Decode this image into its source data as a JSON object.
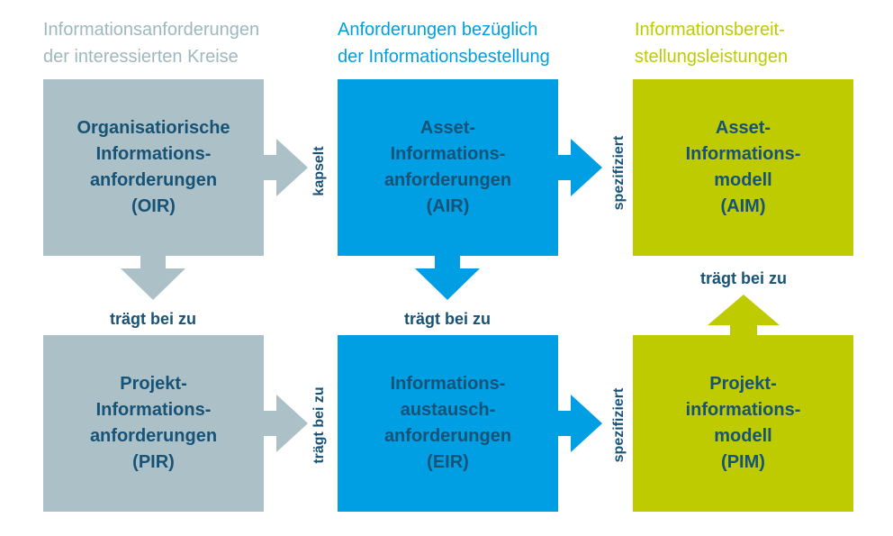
{
  "palette": {
    "gray": "#acc1c7",
    "blue": "#009fe3",
    "green": "#bdcb00",
    "dark": "#175277",
    "header_gray": "#9eb8c0"
  },
  "headers": {
    "stakeholders": "Informationsanforderungen\nder interessierten Kreise",
    "ordering": "Anforderungen bezüglich\nder Informationsbestellung",
    "delivery": "Informationsbereit-\nstellungsleistungen"
  },
  "boxes": {
    "oir": "Organisatiorische\nInformations-\nanforderungen\n(OIR)",
    "air": "Asset-\nInformations-\nanforderungen\n(AIR)",
    "aim": "Asset-\nInformations-\nmodell\n(AIM)",
    "pir": "Projekt-\nInformations-\nanforderungen\n(PIR)",
    "eir": "Informations-\naustausch-\nanforderungen\n(EIR)",
    "pim": "Projekt-\ninformations-\nmodell\n(PIM)"
  },
  "arrow_labels": {
    "oir_to_air": "kapselt",
    "air_to_aim": "spezifiziert",
    "pir_to_eir": "trägt bei zu",
    "eir_to_pim": "spezifiziert",
    "oir_to_pir": "trägt bei zu",
    "air_to_eir": "trägt bei zu",
    "pim_to_aim": "trägt bei zu"
  }
}
